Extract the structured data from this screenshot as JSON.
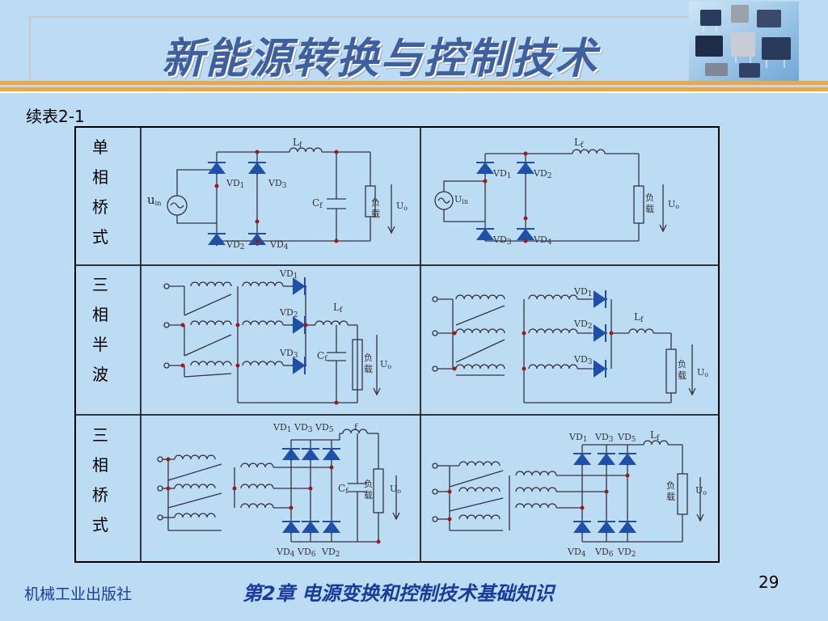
{
  "slide": {
    "title": "新能源转换与控制技术",
    "caption": "续表2-1",
    "footer_publisher": "机械工业出版社",
    "footer_chapter": "第2章  电源变换和控制技术基础知识",
    "page_number": "29"
  },
  "table": {
    "rows": [
      {
        "label": [
          "单",
          "相",
          "桥",
          "式"
        ]
      },
      {
        "label": [
          "三",
          "相",
          "半",
          "波"
        ]
      },
      {
        "label": [
          "三",
          "相",
          "桥",
          "式"
        ]
      }
    ]
  },
  "diagram_text": {
    "lf": "L",
    "lf_sub": "f",
    "f": "f",
    "vd": "VD",
    "d1": "1",
    "d2": "2",
    "d3": "3",
    "d4": "4",
    "d5": "5",
    "d6": "6",
    "cf": "C",
    "cf_sub": "f",
    "load1": "负",
    "load2": "载",
    "uo": "U",
    "uo_sub": "o",
    "uin_a": "u",
    "uin_a_sub": "in",
    "uin_b": "U",
    "uin_b_sub": "in"
  },
  "colors": {
    "line": "#333344",
    "diode": "#1f4fa8",
    "dot": "#a01818",
    "title": "#3e5fa0",
    "footer": "#1a3aa0"
  }
}
